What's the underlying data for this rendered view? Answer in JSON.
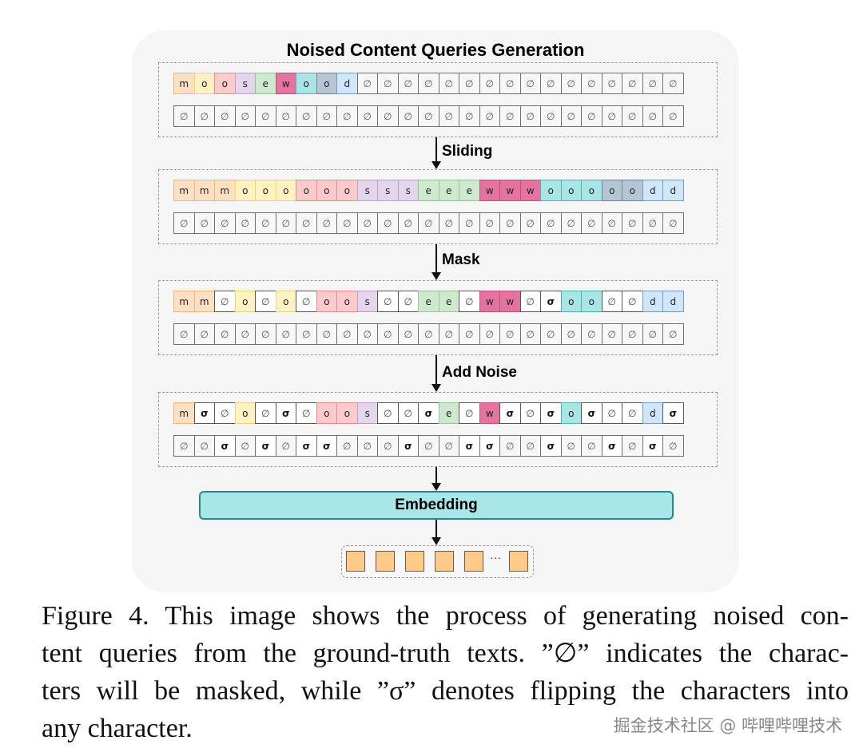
{
  "title": "Noised Content Queries Generation",
  "legend_colors": {
    "m": {
      "bg": "#fde0c4",
      "border": "#f2b777"
    },
    "o1": {
      "bg": "#fff2c2",
      "border": "#f0d27a"
    },
    "o2": {
      "bg": "#fbcaca",
      "border": "#e48c8c"
    },
    "s": {
      "bg": "#e3d6ec",
      "border": "#b9a1cc"
    },
    "e": {
      "bg": "#cfe9cf",
      "border": "#93c693"
    },
    "w": {
      "bg": "#e4749f",
      "border": "#c24d7c"
    },
    "o3": {
      "bg": "#a9e5e4",
      "border": "#4fb3b3"
    },
    "o4": {
      "bg": "#b5c5d3",
      "border": "#6c8597"
    },
    "d": {
      "bg": "#cfe6fb",
      "border": "#6c9dc6"
    },
    "mask": {
      "bg": "#ffffff",
      "border": "#555555"
    }
  },
  "stages": [
    {
      "name": "ground-truth",
      "rows": [
        [
          [
            "m",
            "m"
          ],
          [
            "o",
            "o1"
          ],
          [
            "o",
            "o2"
          ],
          [
            "s",
            "s"
          ],
          [
            "e",
            "e"
          ],
          [
            "w",
            "w"
          ],
          [
            "o",
            "o3"
          ],
          [
            "o",
            "o4"
          ],
          [
            "d",
            "d"
          ],
          [
            "∅",
            ""
          ],
          [
            "∅",
            ""
          ],
          [
            "∅",
            ""
          ],
          [
            "∅",
            ""
          ],
          [
            "∅",
            ""
          ],
          [
            "∅",
            ""
          ],
          [
            "∅",
            ""
          ],
          [
            "∅",
            ""
          ],
          [
            "∅",
            ""
          ],
          [
            "∅",
            ""
          ],
          [
            "∅",
            ""
          ],
          [
            "∅",
            ""
          ],
          [
            "∅",
            ""
          ],
          [
            "∅",
            ""
          ],
          [
            "∅",
            ""
          ],
          [
            "∅",
            ""
          ]
        ],
        [
          [
            "∅",
            ""
          ],
          [
            "∅",
            ""
          ],
          [
            "∅",
            ""
          ],
          [
            "∅",
            ""
          ],
          [
            "∅",
            ""
          ],
          [
            "∅",
            ""
          ],
          [
            "∅",
            ""
          ],
          [
            "∅",
            ""
          ],
          [
            "∅",
            ""
          ],
          [
            "∅",
            ""
          ],
          [
            "∅",
            ""
          ],
          [
            "∅",
            ""
          ],
          [
            "∅",
            ""
          ],
          [
            "∅",
            ""
          ],
          [
            "∅",
            ""
          ],
          [
            "∅",
            ""
          ],
          [
            "∅",
            ""
          ],
          [
            "∅",
            ""
          ],
          [
            "∅",
            ""
          ],
          [
            "∅",
            ""
          ],
          [
            "∅",
            ""
          ],
          [
            "∅",
            ""
          ],
          [
            "∅",
            ""
          ],
          [
            "∅",
            ""
          ],
          [
            "∅",
            ""
          ]
        ]
      ]
    },
    {
      "name": "sliding",
      "label": "Sliding",
      "rows": [
        [
          [
            "m",
            "m"
          ],
          [
            "m",
            "m"
          ],
          [
            "m",
            "m"
          ],
          [
            "o",
            "o1"
          ],
          [
            "o",
            "o1"
          ],
          [
            "o",
            "o1"
          ],
          [
            "o",
            "o2"
          ],
          [
            "o",
            "o2"
          ],
          [
            "o",
            "o2"
          ],
          [
            "s",
            "s"
          ],
          [
            "s",
            "s"
          ],
          [
            "s",
            "s"
          ],
          [
            "e",
            "e"
          ],
          [
            "e",
            "e"
          ],
          [
            "e",
            "e"
          ],
          [
            "w",
            "w"
          ],
          [
            "w",
            "w"
          ],
          [
            "w",
            "w"
          ],
          [
            "o",
            "o3"
          ],
          [
            "o",
            "o3"
          ],
          [
            "o",
            "o3"
          ],
          [
            "o",
            "o4"
          ],
          [
            "o",
            "o4"
          ],
          [
            "d",
            "d"
          ],
          [
            "d",
            "d"
          ]
        ],
        [
          [
            "∅",
            ""
          ],
          [
            "∅",
            ""
          ],
          [
            "∅",
            ""
          ],
          [
            "∅",
            ""
          ],
          [
            "∅",
            ""
          ],
          [
            "∅",
            ""
          ],
          [
            "∅",
            ""
          ],
          [
            "∅",
            ""
          ],
          [
            "∅",
            ""
          ],
          [
            "∅",
            ""
          ],
          [
            "∅",
            ""
          ],
          [
            "∅",
            ""
          ],
          [
            "∅",
            ""
          ],
          [
            "∅",
            ""
          ],
          [
            "∅",
            ""
          ],
          [
            "∅",
            ""
          ],
          [
            "∅",
            ""
          ],
          [
            "∅",
            ""
          ],
          [
            "∅",
            ""
          ],
          [
            "∅",
            ""
          ],
          [
            "∅",
            ""
          ],
          [
            "∅",
            ""
          ],
          [
            "∅",
            ""
          ],
          [
            "∅",
            ""
          ],
          [
            "∅",
            ""
          ]
        ]
      ]
    },
    {
      "name": "mask",
      "label": "Mask",
      "rows": [
        [
          [
            "m",
            "m"
          ],
          [
            "m",
            "m"
          ],
          [
            "∅",
            "mask"
          ],
          [
            "o",
            "o1"
          ],
          [
            "∅",
            "mask"
          ],
          [
            "o",
            "o1"
          ],
          [
            "∅",
            "mask"
          ],
          [
            "o",
            "o2"
          ],
          [
            "o",
            "o2"
          ],
          [
            "s",
            "s"
          ],
          [
            "∅",
            "mask"
          ],
          [
            "∅",
            "mask"
          ],
          [
            "e",
            "e"
          ],
          [
            "e",
            "e"
          ],
          [
            "∅",
            "mask"
          ],
          [
            "w",
            "w"
          ],
          [
            "w",
            "w"
          ],
          [
            "∅",
            "mask"
          ],
          [
            "σ",
            "mask"
          ],
          [
            "o",
            "o3"
          ],
          [
            "o",
            "o3"
          ],
          [
            "∅",
            "mask"
          ],
          [
            "∅",
            "mask"
          ],
          [
            "d",
            "d"
          ],
          [
            "d",
            "d"
          ]
        ],
        [
          [
            "∅",
            ""
          ],
          [
            "∅",
            ""
          ],
          [
            "∅",
            ""
          ],
          [
            "∅",
            ""
          ],
          [
            "∅",
            ""
          ],
          [
            "∅",
            ""
          ],
          [
            "∅",
            ""
          ],
          [
            "∅",
            ""
          ],
          [
            "∅",
            ""
          ],
          [
            "∅",
            ""
          ],
          [
            "∅",
            ""
          ],
          [
            "∅",
            ""
          ],
          [
            "∅",
            ""
          ],
          [
            "∅",
            ""
          ],
          [
            "∅",
            ""
          ],
          [
            "∅",
            ""
          ],
          [
            "∅",
            ""
          ],
          [
            "∅",
            ""
          ],
          [
            "∅",
            ""
          ],
          [
            "∅",
            ""
          ],
          [
            "∅",
            ""
          ],
          [
            "∅",
            ""
          ],
          [
            "∅",
            ""
          ],
          [
            "∅",
            ""
          ],
          [
            "∅",
            ""
          ]
        ]
      ]
    },
    {
      "name": "add-noise",
      "label": "Add Noise",
      "rows": [
        [
          [
            "m",
            "m"
          ],
          [
            "σ",
            "mask"
          ],
          [
            "∅",
            "mask"
          ],
          [
            "o",
            "o1"
          ],
          [
            "∅",
            "mask"
          ],
          [
            "σ",
            "mask"
          ],
          [
            "∅",
            "mask"
          ],
          [
            "o",
            "o2"
          ],
          [
            "o",
            "o2"
          ],
          [
            "s",
            "s"
          ],
          [
            "∅",
            "mask"
          ],
          [
            "∅",
            "mask"
          ],
          [
            "σ",
            "mask"
          ],
          [
            "e",
            "e"
          ],
          [
            "∅",
            "mask"
          ],
          [
            "w",
            "w"
          ],
          [
            "σ",
            "mask"
          ],
          [
            "∅",
            "mask"
          ],
          [
            "σ",
            "mask"
          ],
          [
            "o",
            "o3"
          ],
          [
            "σ",
            "mask"
          ],
          [
            "∅",
            "mask"
          ],
          [
            "∅",
            "mask"
          ],
          [
            "d",
            "d"
          ],
          [
            "σ",
            "mask"
          ]
        ],
        [
          [
            "∅",
            ""
          ],
          [
            "∅",
            ""
          ],
          [
            "σ",
            ""
          ],
          [
            "∅",
            ""
          ],
          [
            "σ",
            ""
          ],
          [
            "∅",
            ""
          ],
          [
            "σ",
            ""
          ],
          [
            "σ",
            ""
          ],
          [
            "∅",
            ""
          ],
          [
            "∅",
            ""
          ],
          [
            "∅",
            ""
          ],
          [
            "σ",
            ""
          ],
          [
            "∅",
            ""
          ],
          [
            "∅",
            ""
          ],
          [
            "σ",
            ""
          ],
          [
            "σ",
            ""
          ],
          [
            "∅",
            ""
          ],
          [
            "∅",
            ""
          ],
          [
            "σ",
            ""
          ],
          [
            "∅",
            ""
          ],
          [
            "∅",
            ""
          ],
          [
            "σ",
            ""
          ],
          [
            "∅",
            ""
          ],
          [
            "σ",
            ""
          ],
          [
            "∅",
            ""
          ]
        ]
      ]
    }
  ],
  "embedding_label": "Embedding",
  "output": {
    "vector_count_shown": 6,
    "ellipsis": "···",
    "vector_color": "#ffc98a"
  },
  "caption": {
    "lines": [
      "Figure 4. This image shows the process of generating noised con-",
      "tent queries from the ground-truth texts. ”∅” indicates the charac-",
      "ters will be masked, while ”σ” denotes flipping the characters into",
      "any character."
    ]
  },
  "watermark": "掘金技术社区 @ 哔哩哔哩技术"
}
